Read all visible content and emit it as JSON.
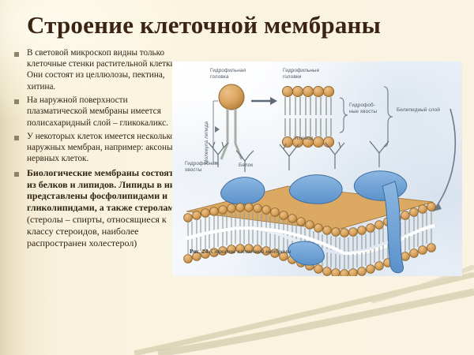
{
  "slide": {
    "title": "Строение клеточной мембраны",
    "background_color": "#faf3e1",
    "title_color": "#3b2412",
    "bullet_marker_color": "#8d8369"
  },
  "bullets": [
    {
      "text": "В световой микроскоп видны только клеточные стенки растительной клетки. Они состоят из целлюлозы, пектина, хитина."
    },
    {
      "text": "На наружной поверхности плазматической мембраны имеется полисахаридный слой – гликокаликс."
    },
    {
      "text": "У некоторых клеток имеется несколько наружных мембран, например: аксоны нервных клеток."
    },
    {
      "bold": "Биологические мембраны состоят из белков и липидов. Липиды в них представлены фосфолипидами и гликолипидами, а также стеролами",
      "regular": " (стеролы – спирты, относящиеся к классу стероидов, наиболее распространен холестерол)"
    }
  ],
  "figure": {
    "caption_number": "Рис. 24.",
    "caption_text": "Строение клеточной мембраны",
    "labels": {
      "lipid_molecule": "Молекула липида",
      "hydrophilic_head": "Гидрофильная головка",
      "hydrophilic_heads": "Гидрофильные головки",
      "hydrophobic_tails_left": "Гидрофобные хвосты",
      "hydrophobic_tails_mid": "Гидрофоб- ные хвосты",
      "bilipid_layer": "Билипидный слой",
      "carbohydrate": "Углевод",
      "protein": "Белок"
    },
    "colors": {
      "lipid_head": "#d6a35c",
      "lipid_head_stroke": "#8d6a32",
      "protein": "#6d9fd4",
      "protein_stroke": "#3f6f9f",
      "tail": "#cfd3cf",
      "background": "#f2f6fb"
    }
  }
}
